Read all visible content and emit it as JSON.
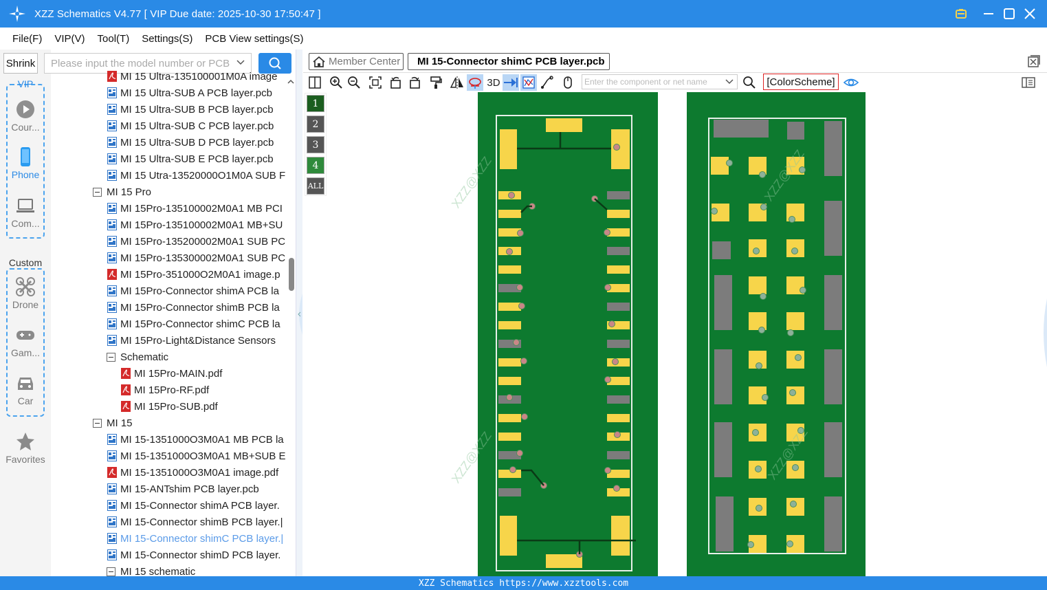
{
  "titlebar": {
    "title": "XZZ Schematics V4.77 [ VIP Due date: 2025-10-30 17:50:47 ]"
  },
  "menu": [
    "File(F)",
    "VIP(V)",
    "Tool(T)",
    "Settings(S)",
    "PCB View settings(S)"
  ],
  "sidebar": {
    "shrink_label": "Shrink",
    "vip_label": "VIP",
    "custom_label": "Custom",
    "vip_items": [
      {
        "label": "Cour...",
        "icon": "play-icon"
      },
      {
        "label": "Phone",
        "icon": "phone-icon",
        "active": true
      },
      {
        "label": "Com...",
        "icon": "laptop-icon"
      }
    ],
    "custom_items": [
      {
        "label": "Drone",
        "icon": "drone-icon"
      },
      {
        "label": "Gam...",
        "icon": "gamepad-icon"
      },
      {
        "label": "Car",
        "icon": "car-icon"
      }
    ],
    "favorites_label": "Favorites"
  },
  "search": {
    "placeholder": "Please input the model number or PCB"
  },
  "tree": [
    {
      "label": "MI 15 Ultra-135100001M0A image",
      "type": "pdf",
      "level": 2
    },
    {
      "label": "MI 15 Ultra-SUB A PCB layer.pcb",
      "type": "pcb",
      "level": 2
    },
    {
      "label": "MI 15 Ultra-SUB B PCB layer.pcb",
      "type": "pcb",
      "level": 2
    },
    {
      "label": "MI 15 Ultra-SUB C PCB layer.pcb",
      "type": "pcb",
      "level": 2
    },
    {
      "label": "MI 15 Ultra-SUB D PCB layer.pcb",
      "type": "pcb",
      "level": 2
    },
    {
      "label": "MI 15 Ultra-SUB E PCB layer.pcb",
      "type": "pcb",
      "level": 2
    },
    {
      "label": "MI 15 Utra-13520000O1M0A SUB F",
      "type": "pcb",
      "level": 2
    },
    {
      "label": "MI 15 Pro",
      "type": "folder",
      "level": 1
    },
    {
      "label": "MI 15Pro-135100002M0A1 MB PCI",
      "type": "pcb",
      "level": 2
    },
    {
      "label": "MI 15Pro-135100002M0A1 MB+SU",
      "type": "pcb",
      "level": 2
    },
    {
      "label": "MI 15Pro-135200002M0A1 SUB PC",
      "type": "pcb",
      "level": 2
    },
    {
      "label": "MI 15Pro-135300002M0A1 SUB PC",
      "type": "pcb",
      "level": 2
    },
    {
      "label": "MI 15Pro-351000O2M0A1 image.p",
      "type": "pdf",
      "level": 2
    },
    {
      "label": "MI 15Pro-Connector shimA PCB la",
      "type": "pcb",
      "level": 2
    },
    {
      "label": "MI 15Pro-Connector shimB PCB la",
      "type": "pcb",
      "level": 2
    },
    {
      "label": "MI 15Pro-Connector shimC PCB la",
      "type": "pcb",
      "level": 2
    },
    {
      "label": "MI 15Pro-Light&Distance Sensors",
      "type": "pcb",
      "level": 2
    },
    {
      "label": "Schematic",
      "type": "folder",
      "level": 2
    },
    {
      "label": "MI 15Pro-MAIN.pdf",
      "type": "pdf",
      "level": 3
    },
    {
      "label": "MI 15Pro-RF.pdf",
      "type": "pdf",
      "level": 3
    },
    {
      "label": "MI 15Pro-SUB.pdf",
      "type": "pdf",
      "level": 3
    },
    {
      "label": "MI 15",
      "type": "folder",
      "level": 1
    },
    {
      "label": "MI 15-1351000O3M0A1 MB PCB la",
      "type": "pcb",
      "level": 2
    },
    {
      "label": "MI 15-1351000O3M0A1 MB+SUB E",
      "type": "pcb",
      "level": 2
    },
    {
      "label": "MI 15-1351000O3M0A1 image.pdf",
      "type": "pdf",
      "level": 2
    },
    {
      "label": "MI 15-ANTshim PCB layer.pcb",
      "type": "pcb",
      "level": 2
    },
    {
      "label": "MI 15-Connector shimA PCB layer.",
      "type": "pcb",
      "level": 2
    },
    {
      "label": "MI 15-Connector shimB PCB layer.|",
      "type": "pcb",
      "level": 2
    },
    {
      "label": "MI 15-Connector shimC PCB layer.|",
      "type": "pcb",
      "level": 2,
      "selected": true
    },
    {
      "label": "MI 15-Connector shimD PCB layer.",
      "type": "pcb",
      "level": 2
    },
    {
      "label": "MI 15 schematic",
      "type": "folder",
      "level": 2
    }
  ],
  "tabs": {
    "member_center": "Member Center",
    "active_file": "MI 15-Connector shimC PCB layer.pcb"
  },
  "toolbar": {
    "label_3d": "3D",
    "component_search_placeholder": "Enter the component or net name",
    "color_scheme": "[ColorScheme]"
  },
  "layers": [
    {
      "label": "1",
      "color": "#1b5e1f"
    },
    {
      "label": "2",
      "color": "#555555"
    },
    {
      "label": "3",
      "color": "#555555"
    },
    {
      "label": "4",
      "color": "#2f8a3b"
    },
    {
      "label": "ALL",
      "color": "#555555"
    }
  ],
  "watermark": "XZZ@XZZ",
  "colors": {
    "accent": "#2a8ae6",
    "pcb_green": "#0d7a2f",
    "pad_yellow": "#f7d54a",
    "pad_gray": "#7c7c7c"
  },
  "statusbar": {
    "text": "XZZ Schematics https://www.xzztools.com"
  }
}
